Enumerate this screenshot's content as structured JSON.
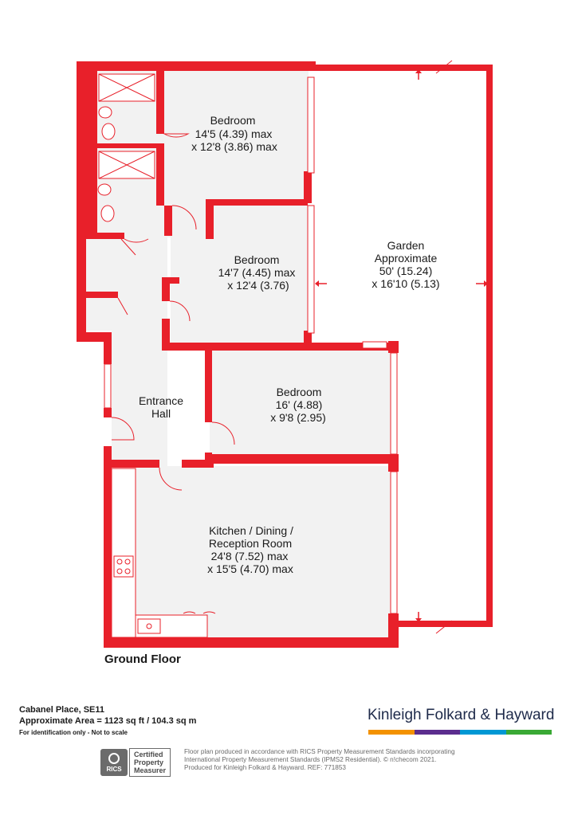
{
  "colors": {
    "wall": "#e8202a",
    "floor": "#f2f2f2",
    "fixture": "#ffffff",
    "line": "#e8202a"
  },
  "rooms": {
    "bedroom1": {
      "name": "Bedroom",
      "dim1": "14'5 (4.39) max",
      "dim2": "x 12'8 (3.86) max"
    },
    "bedroom2": {
      "name": "Bedroom",
      "dim1": "14'7 (4.45) max",
      "dim2": "x 12'4 (3.76)"
    },
    "bedroom3": {
      "name": "Bedroom",
      "dim1": "16' (4.88)",
      "dim2": "x 9'8 (2.95)"
    },
    "garden": {
      "name": "Garden",
      "name2": "Approximate",
      "dim1": "50' (15.24)",
      "dim2": "x 16'10 (5.13)"
    },
    "hall": {
      "name": "Entrance",
      "name2": "Hall"
    },
    "kitchen": {
      "name": "Kitchen / Dining /",
      "name2": "Reception Room",
      "dim1": "24'8 (7.52) max",
      "dim2": "x 15'5 (4.70) max"
    }
  },
  "floor_label": "Ground Floor",
  "property": {
    "address": "Cabanel Place, SE11",
    "area": "Approximate Area = 1123 sq ft / 104.3 sq m",
    "note": "For identification only - Not to scale"
  },
  "brand": {
    "name": "Kinleigh Folkard & Hayward",
    "bar_colors": [
      "#f39200",
      "#5b2d8e",
      "#0098d4",
      "#3aa935"
    ]
  },
  "rics": {
    "badge": "RICS",
    "line1": "Certified",
    "line2": "Property",
    "line3": "Measurer"
  },
  "disclaimer": {
    "line1": "Floor plan produced in accordance with RICS Property Measurement Standards incorporating",
    "line2": "International Property Measurement Standards (IPMS2 Residential).  © n!checom 2021.",
    "line3": "Produced for Kinleigh Folkard & Hayward.   REF: 771853"
  }
}
